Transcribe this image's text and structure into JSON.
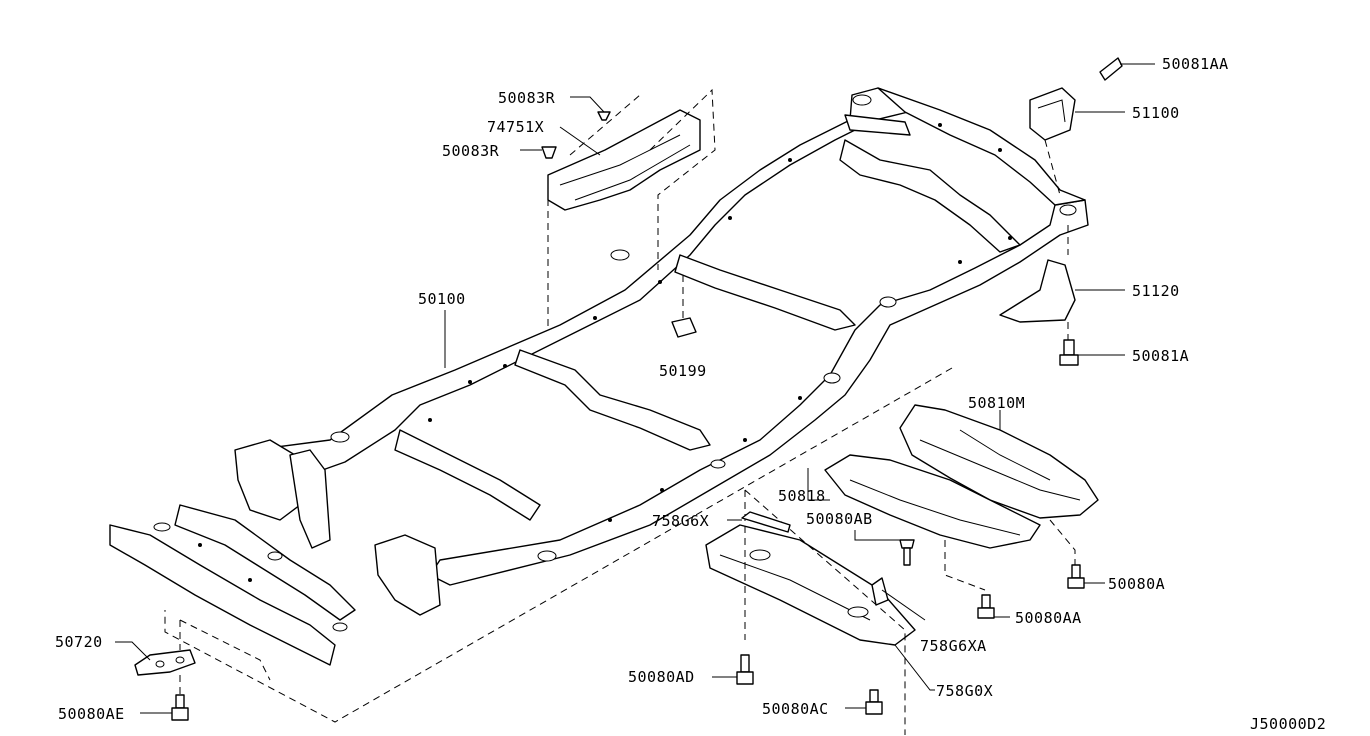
{
  "diagram_code": "J50000D2",
  "parts": {
    "p50081AA": "50081AA",
    "p51100": "51100",
    "p50083R_top": "50083R",
    "p74751X": "74751X",
    "p50083R_mid": "50083R",
    "p50100": "50100",
    "p50199": "50199",
    "p51120": "51120",
    "p50081A": "50081A",
    "p50810M": "50810M",
    "p50818": "50818",
    "p758G6X": "758G6X",
    "p50080AB": "50080AB",
    "p50080A": "50080A",
    "p50080AA": "50080AA",
    "p758G6XA": "758G6XA",
    "p758G0X": "758G0X",
    "p50080AD": "50080AD",
    "p50080AC": "50080AC",
    "p50720": "50720",
    "p50080AE": "50080AE"
  }
}
